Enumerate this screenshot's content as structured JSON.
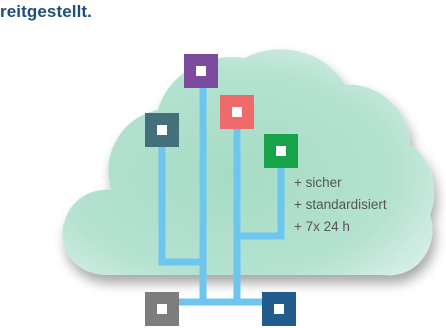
{
  "heading": {
    "text": "reitgestellt."
  },
  "features": [
    {
      "text": "+ sicher"
    },
    {
      "text": "+ standardisiert"
    },
    {
      "text": "+ 7x 24 h"
    }
  ],
  "diagram": {
    "cloud_color": "#a8dcc7",
    "line_color": "#6cc6ef",
    "nodes": [
      {
        "name": "node-purple",
        "color": "#7b4b9e"
      },
      {
        "name": "node-red",
        "color": "#ef6b6b"
      },
      {
        "name": "node-teal",
        "color": "#44707e"
      },
      {
        "name": "node-green",
        "color": "#17a34a"
      },
      {
        "name": "node-gray",
        "color": "#7d7d7d"
      },
      {
        "name": "node-blue",
        "color": "#225c8e"
      }
    ]
  }
}
